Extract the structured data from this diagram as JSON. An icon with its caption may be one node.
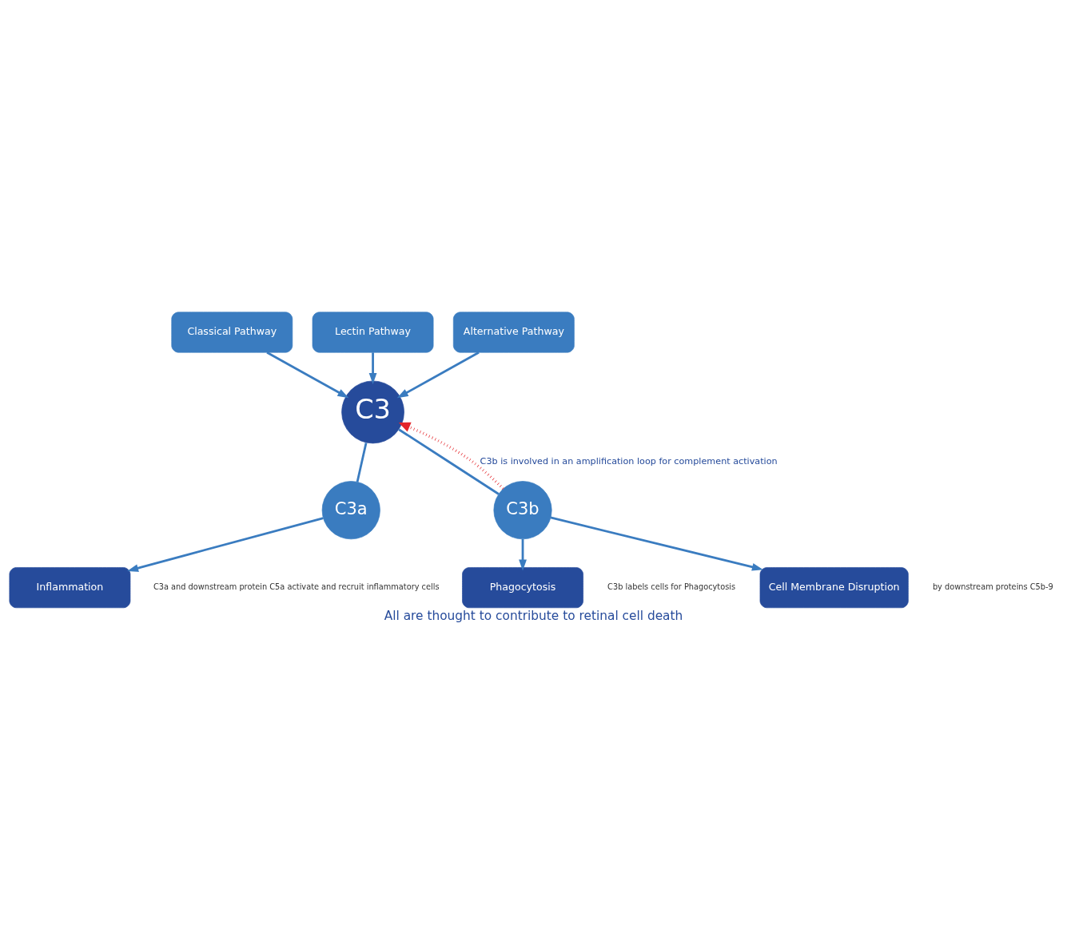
{
  "diagram": {
    "caption": "All are thought to contribute to retinal cell death",
    "nodes": [
      {
        "text": [
          "Classical Pathway"
        ]
      },
      {
        "text": [
          "Lectin Pathway"
        ]
      },
      {
        "text": [
          "Alternative Pathway"
        ]
      },
      {
        "text": [
          "C3"
        ]
      },
      {
        "text": [
          "C3a"
        ]
      },
      {
        "text": [
          "C3b"
        ]
      },
      {
        "text": [
          "Inflammation"
        ],
        "beside": [
          "C3a and downstream protein C5a activate and recruit inflammatory cells"
        ]
      },
      {
        "text": [
          "Phagocytosis"
        ],
        "beside": [
          "C3b labels cells for Phagocytosis"
        ]
      },
      {
        "text": [
          "Cell Membrane Disruption"
        ],
        "beside": [
          "by downstream proteins C5b-9"
        ]
      }
    ],
    "edges": [
      {
        "from": 0,
        "to": 3,
        "arrow": "to"
      },
      {
        "from": 1,
        "to": 3,
        "arrow": "to"
      },
      {
        "from": 2,
        "to": 3,
        "arrow": "to"
      },
      {
        "from": 3,
        "to": 4,
        "arrow": "none"
      },
      {
        "from": 3,
        "to": 5,
        "arrow": "none"
      },
      {
        "from": 5,
        "to": 3,
        "arrow": "to",
        "style": "dashed",
        "color": "#e3262b",
        "label": "C3b is involved in an amplification loop for complement activation"
      },
      {
        "from": 4,
        "to": 6,
        "arrow": "to"
      },
      {
        "from": 5,
        "to": 7,
        "arrow": "to"
      },
      {
        "from": 5,
        "to": 8,
        "arrow": "to"
      }
    ]
  }
}
